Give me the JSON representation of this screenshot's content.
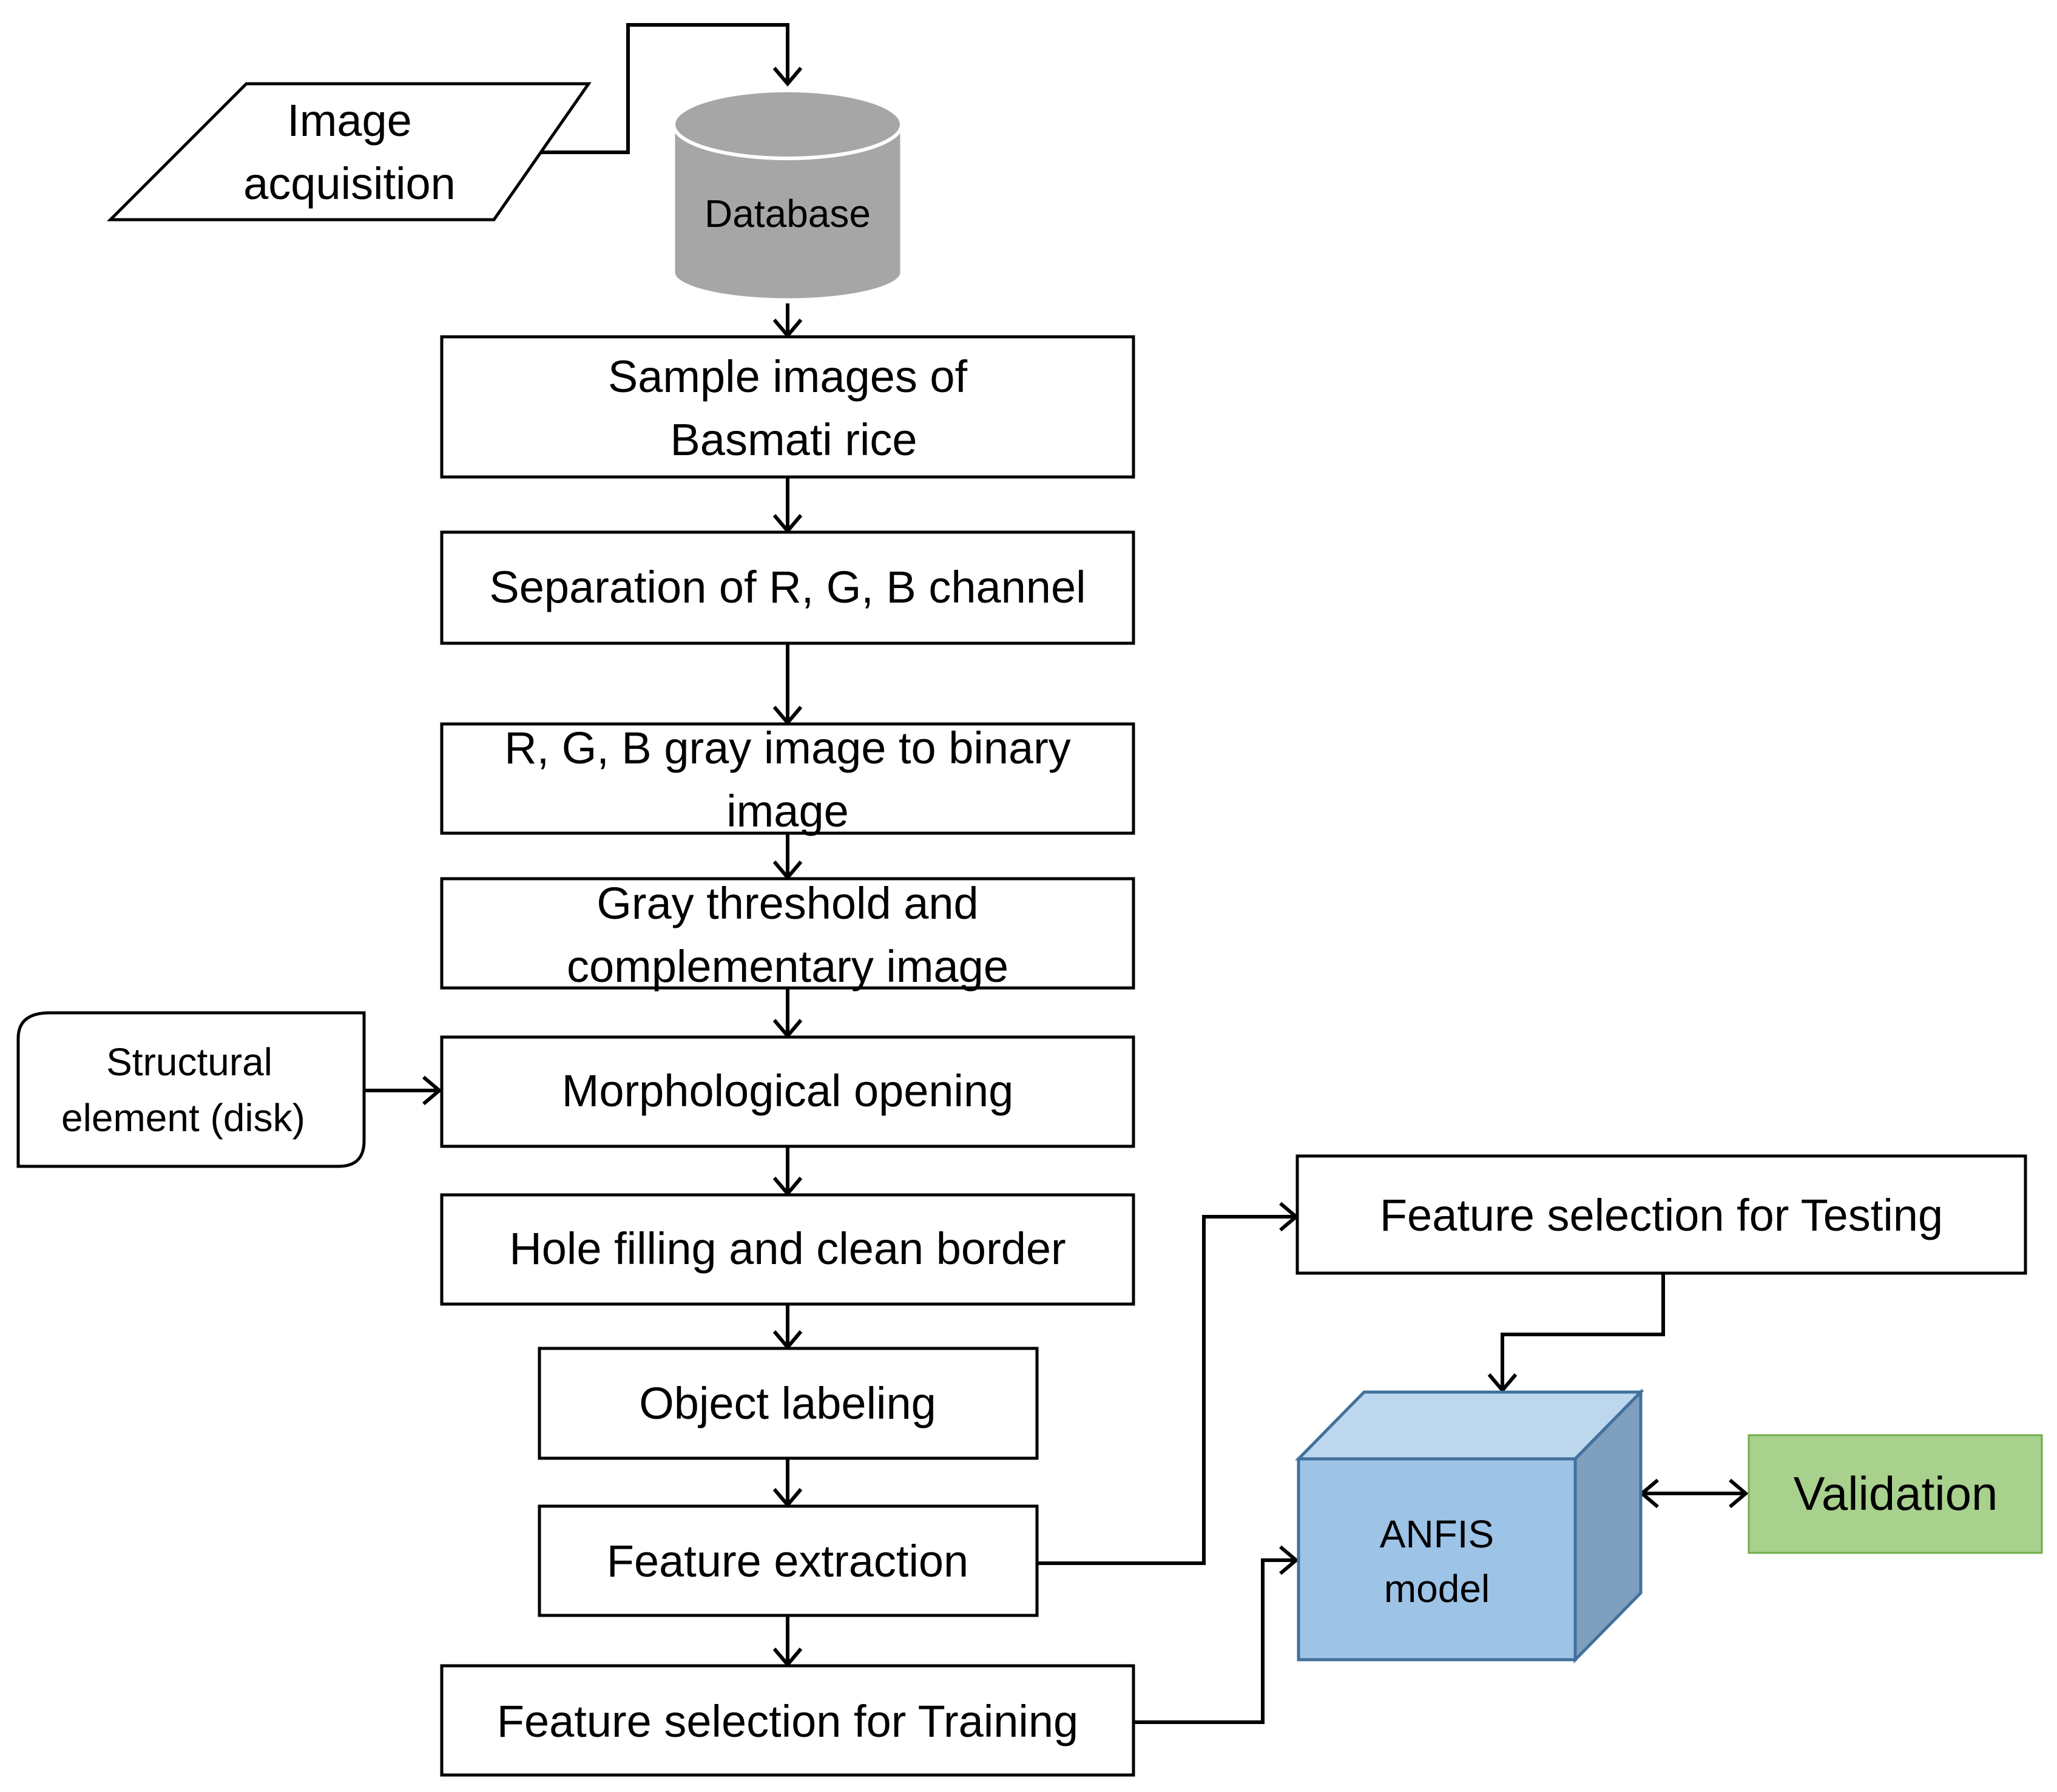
{
  "nodes": {
    "image_acquisition": [
      "Image",
      "acquisition"
    ],
    "database": "Database",
    "sample_images": [
      "Sample images of",
      "Basmati rice"
    ],
    "separation": "Separation of R, G, B channel",
    "gray_to_binary": [
      "R, G, B gray image to binary",
      "image"
    ],
    "gray_threshold": [
      "Gray threshold and",
      "complementary image"
    ],
    "structural_element": [
      "Structural",
      "element (disk)"
    ],
    "morph_opening": "Morphological opening",
    "hole_filling": "Hole filling and clean border",
    "object_labeling": "Object labeling",
    "feature_extraction": "Feature extraction",
    "feature_training": "Feature selection for Training",
    "feature_testing": "Feature selection for Testing",
    "anfis": [
      "ANFIS",
      "model"
    ],
    "validation": "Validation"
  },
  "colors": {
    "database_fill": "#a6a6a6",
    "anfis_front": "#9dc3e6",
    "anfis_top": "#bdd7ee",
    "anfis_side": "#7f9fbf",
    "anfis_stroke": "#41719c",
    "validation_fill": "#a9d18e",
    "validation_stroke": "#70ad47"
  }
}
